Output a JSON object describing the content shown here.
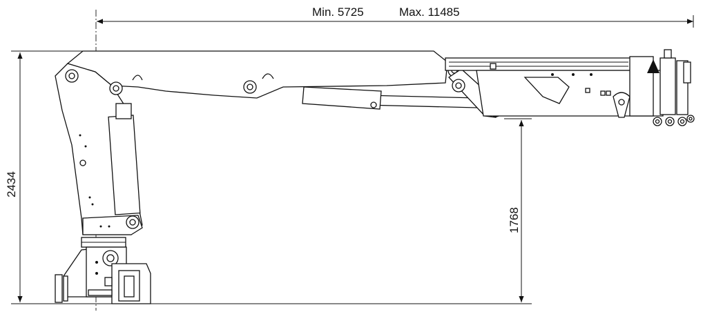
{
  "dimensions": {
    "reach_min_label": "Min. 5725",
    "reach_max_label": "Max. 11485",
    "total_height": "2434",
    "boom_clearance": "1768"
  },
  "colors": {
    "line": "#111111",
    "background": "#ffffff"
  }
}
